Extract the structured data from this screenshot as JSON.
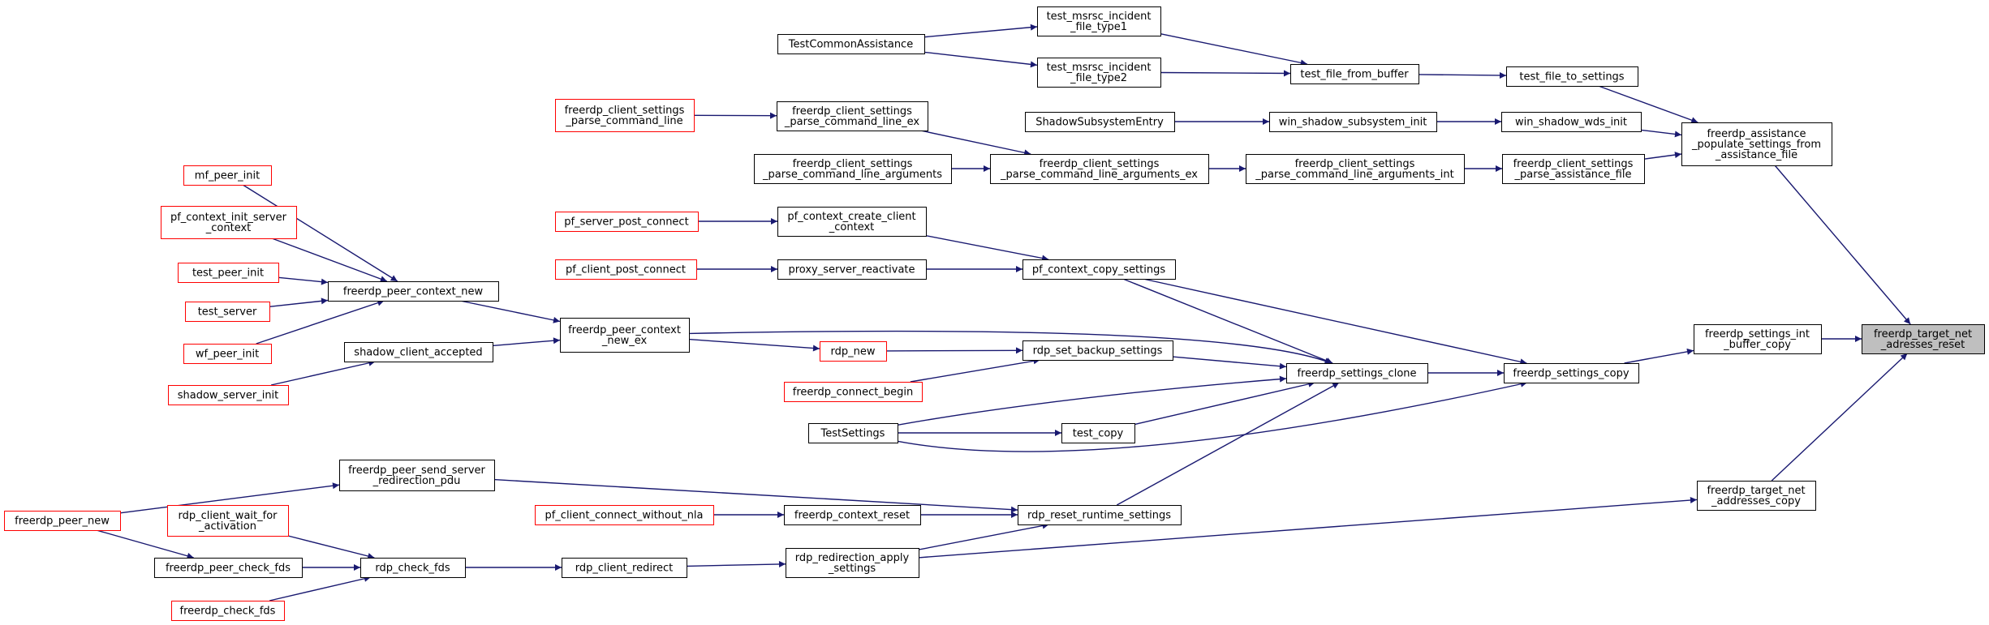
{
  "colors": {
    "edge": "#191970",
    "border_normal": "#000000",
    "border_truncated": "#ff0000",
    "root_fill": "#bfbfbf",
    "node_fill": "#ffffff"
  },
  "nodes": {
    "root": {
      "lines": [
        "freerdp_target_net",
        "_adresses_reset"
      ],
      "kind": "root"
    },
    "settings_int_buffer_copy": {
      "lines": [
        "freerdp_settings_int",
        "_buffer_copy"
      ],
      "kind": "normal"
    },
    "target_net_addresses_copy": {
      "lines": [
        "freerdp_target_net",
        "_addresses_copy"
      ],
      "kind": "normal"
    },
    "assistance_populate": {
      "lines": [
        "freerdp_assistance",
        "_populate_settings_from",
        "_assistance_file"
      ],
      "kind": "normal"
    },
    "test_file_to_settings": {
      "lines": [
        "test_file_to_settings"
      ],
      "kind": "normal"
    },
    "win_shadow_wds_init": {
      "lines": [
        "win_shadow_wds_init"
      ],
      "kind": "normal"
    },
    "parse_assistance_file": {
      "lines": [
        "freerdp_client_settings",
        "_parse_assistance_file"
      ],
      "kind": "normal"
    },
    "settings_copy": {
      "lines": [
        "freerdp_settings_copy"
      ],
      "kind": "normal"
    },
    "test_file_from_buffer": {
      "lines": [
        "test_file_from_buffer"
      ],
      "kind": "normal"
    },
    "win_shadow_subsystem_init": {
      "lines": [
        "win_shadow_subsystem_init"
      ],
      "kind": "normal"
    },
    "parse_cl_args_int": {
      "lines": [
        "freerdp_client_settings",
        "_parse_command_line_arguments_int"
      ],
      "kind": "normal"
    },
    "settings_clone": {
      "lines": [
        "freerdp_settings_clone"
      ],
      "kind": "normal"
    },
    "reset_runtime_settings": {
      "lines": [
        "rdp_reset_runtime_settings"
      ],
      "kind": "normal"
    },
    "incident_type1": {
      "lines": [
        "test_msrsc_incident",
        "_file_type1"
      ],
      "kind": "normal"
    },
    "incident_type2": {
      "lines": [
        "test_msrsc_incident",
        "_file_type2"
      ],
      "kind": "normal"
    },
    "shadow_subsystem_entry": {
      "lines": [
        "ShadowSubsystemEntry"
      ],
      "kind": "normal"
    },
    "parse_cl_args_ex": {
      "lines": [
        "freerdp_client_settings",
        "_parse_command_line_arguments_ex"
      ],
      "kind": "normal"
    },
    "pf_context_copy_settings": {
      "lines": [
        "pf_context_copy_settings"
      ],
      "kind": "normal"
    },
    "rdp_set_backup_settings": {
      "lines": [
        "rdp_set_backup_settings"
      ],
      "kind": "normal"
    },
    "test_copy": {
      "lines": [
        "test_copy"
      ],
      "kind": "normal"
    },
    "context_reset": {
      "lines": [
        "freerdp_context_reset"
      ],
      "kind": "normal"
    },
    "redirection_apply": {
      "lines": [
        "rdp_redirection_apply",
        "_settings"
      ],
      "kind": "normal"
    },
    "test_common_assistance": {
      "lines": [
        "TestCommonAssistance"
      ],
      "kind": "normal"
    },
    "parse_cl_ex": {
      "lines": [
        "freerdp_client_settings",
        "_parse_command_line_ex"
      ],
      "kind": "normal"
    },
    "parse_cl_args": {
      "lines": [
        "freerdp_client_settings",
        "_parse_command_line_arguments"
      ],
      "kind": "normal"
    },
    "pf_ctx_create_client": {
      "lines": [
        "pf_context_create_client",
        "_context"
      ],
      "kind": "normal"
    },
    "proxy_reactivate": {
      "lines": [
        "proxy_server_reactivate"
      ],
      "kind": "normal"
    },
    "rdp_new": {
      "lines": [
        "rdp_new"
      ],
      "kind": "truncated"
    },
    "connect_begin": {
      "lines": [
        "freerdp_connect_begin"
      ],
      "kind": "truncated"
    },
    "test_settings": {
      "lines": [
        "TestSettings"
      ],
      "kind": "normal"
    },
    "connect_without_nla": {
      "lines": [
        "pf_client_connect_without_nla"
      ],
      "kind": "truncated"
    },
    "client_redirect": {
      "lines": [
        "rdp_client_redirect"
      ],
      "kind": "normal"
    },
    "parse_command_line": {
      "lines": [
        "freerdp_client_settings",
        "_parse_command_line"
      ],
      "kind": "truncated"
    },
    "pf_server_post_connect": {
      "lines": [
        "pf_server_post_connect"
      ],
      "kind": "truncated"
    },
    "pf_client_post_connect": {
      "lines": [
        "pf_client_post_connect"
      ],
      "kind": "truncated"
    },
    "peer_context_new_ex": {
      "lines": [
        "freerdp_peer_context",
        "_new_ex"
      ],
      "kind": "normal"
    },
    "peer_send_redirection": {
      "lines": [
        "freerdp_peer_send_server",
        "_redirection_pdu"
      ],
      "kind": "normal"
    },
    "rdp_check_fds": {
      "lines": [
        "rdp_check_fds"
      ],
      "kind": "normal"
    },
    "peer_context_new": {
      "lines": [
        "freerdp_peer_context_new"
      ],
      "kind": "normal"
    },
    "shadow_client_accepted": {
      "lines": [
        "shadow_client_accepted"
      ],
      "kind": "normal"
    },
    "client_wait_activation": {
      "lines": [
        "rdp_client_wait_for",
        "_activation"
      ],
      "kind": "truncated"
    },
    "peer_check_fds": {
      "lines": [
        "freerdp_peer_check_fds"
      ],
      "kind": "normal"
    },
    "freerdp_check_fds": {
      "lines": [
        "freerdp_check_fds"
      ],
      "kind": "truncated"
    },
    "mf_peer_init": {
      "lines": [
        "mf_peer_init"
      ],
      "kind": "truncated"
    },
    "pf_ctx_init_server": {
      "lines": [
        "pf_context_init_server",
        "_context"
      ],
      "kind": "truncated"
    },
    "test_peer_init": {
      "lines": [
        "test_peer_init"
      ],
      "kind": "truncated"
    },
    "test_server": {
      "lines": [
        "test_server"
      ],
      "kind": "truncated"
    },
    "wf_peer_init": {
      "lines": [
        "wf_peer_init"
      ],
      "kind": "truncated"
    },
    "shadow_server_init": {
      "lines": [
        "shadow_server_init"
      ],
      "kind": "truncated"
    },
    "peer_new": {
      "lines": [
        "freerdp_peer_new"
      ],
      "kind": "truncated"
    }
  },
  "edges": [
    [
      "settings_int_buffer_copy",
      "root"
    ],
    [
      "target_net_addresses_copy",
      "root"
    ],
    [
      "assistance_populate",
      "root"
    ],
    [
      "test_file_to_settings",
      "assistance_populate"
    ],
    [
      "win_shadow_wds_init",
      "assistance_populate"
    ],
    [
      "parse_assistance_file",
      "assistance_populate"
    ],
    [
      "settings_copy",
      "settings_int_buffer_copy"
    ],
    [
      "test_file_from_buffer",
      "test_file_to_settings"
    ],
    [
      "win_shadow_subsystem_init",
      "win_shadow_wds_init"
    ],
    [
      "parse_cl_args_int",
      "parse_assistance_file"
    ],
    [
      "settings_clone",
      "settings_copy"
    ],
    [
      "pf_context_copy_settings",
      "settings_copy"
    ],
    [
      "test_settings",
      "settings_copy"
    ],
    [
      "reset_runtime_settings",
      "settings_clone"
    ],
    [
      "pf_context_copy_settings",
      "settings_clone"
    ],
    [
      "peer_context_new_ex",
      "settings_clone"
    ],
    [
      "rdp_set_backup_settings",
      "settings_clone"
    ],
    [
      "test_copy",
      "settings_clone"
    ],
    [
      "test_settings",
      "settings_clone"
    ],
    [
      "incident_type1",
      "test_file_from_buffer"
    ],
    [
      "incident_type2",
      "test_file_from_buffer"
    ],
    [
      "shadow_subsystem_entry",
      "win_shadow_subsystem_init"
    ],
    [
      "parse_cl_args_ex",
      "parse_cl_args_int"
    ],
    [
      "context_reset",
      "reset_runtime_settings"
    ],
    [
      "redirection_apply",
      "reset_runtime_settings"
    ],
    [
      "peer_send_redirection",
      "reset_runtime_settings"
    ],
    [
      "redirection_apply",
      "target_net_addresses_copy"
    ],
    [
      "pf_ctx_create_client",
      "pf_context_copy_settings"
    ],
    [
      "proxy_reactivate",
      "pf_context_copy_settings"
    ],
    [
      "rdp_new",
      "rdp_set_backup_settings"
    ],
    [
      "connect_begin",
      "rdp_set_backup_settings"
    ],
    [
      "test_settings",
      "test_copy"
    ],
    [
      "test_common_assistance",
      "incident_type1"
    ],
    [
      "test_common_assistance",
      "incident_type2"
    ],
    [
      "parse_cl_ex",
      "parse_cl_args_ex"
    ],
    [
      "parse_cl_args",
      "parse_cl_args_ex"
    ],
    [
      "parse_command_line",
      "parse_cl_ex"
    ],
    [
      "pf_server_post_connect",
      "pf_ctx_create_client"
    ],
    [
      "pf_client_post_connect",
      "proxy_reactivate"
    ],
    [
      "peer_context_new_ex",
      "rdp_new"
    ],
    [
      "connect_without_nla",
      "context_reset"
    ],
    [
      "client_redirect",
      "redirection_apply"
    ],
    [
      "peer_context_new",
      "peer_context_new_ex"
    ],
    [
      "shadow_client_accepted",
      "peer_context_new_ex"
    ],
    [
      "rdp_check_fds",
      "client_redirect"
    ],
    [
      "mf_peer_init",
      "peer_context_new"
    ],
    [
      "pf_ctx_init_server",
      "peer_context_new"
    ],
    [
      "test_peer_init",
      "peer_context_new"
    ],
    [
      "test_server",
      "peer_context_new"
    ],
    [
      "wf_peer_init",
      "peer_context_new"
    ],
    [
      "shadow_server_init",
      "shadow_client_accepted"
    ],
    [
      "client_wait_activation",
      "rdp_check_fds"
    ],
    [
      "peer_check_fds",
      "rdp_check_fds"
    ],
    [
      "freerdp_check_fds",
      "rdp_check_fds"
    ],
    [
      "peer_new",
      "peer_send_redirection"
    ],
    [
      "peer_new",
      "peer_check_fds"
    ]
  ]
}
